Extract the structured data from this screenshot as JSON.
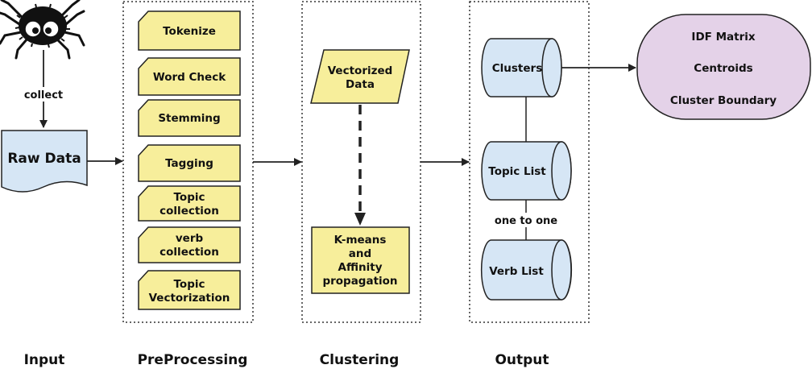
{
  "stages": {
    "input": "Input",
    "preprocessing": "PreProcessing",
    "clustering": "Clustering",
    "output": "Output"
  },
  "input": {
    "collect_label": "collect",
    "raw_data": "Raw Data"
  },
  "preprocessing": {
    "steps": [
      [
        "Tokenize"
      ],
      [
        "Word Check"
      ],
      [
        "Stemming"
      ],
      [
        "Tagging"
      ],
      [
        "Topic",
        "collection"
      ],
      [
        "verb",
        "collection"
      ],
      [
        "Topic",
        "Vectorization"
      ]
    ]
  },
  "clustering": {
    "vectorized": [
      "Vectorized",
      "Data"
    ],
    "algorithm": [
      "K-means",
      "and",
      "Affinity",
      "propagation"
    ]
  },
  "output": {
    "clusters": "Clusters",
    "topic_list": "Topic List",
    "relation": "one to one",
    "verb_list": "Verb List"
  },
  "results": [
    "IDF Matrix",
    "Centroids",
    "Cluster Boundary"
  ],
  "colors": {
    "step_fill": "#f7ee9b",
    "cylinder_fill": "#d6e6f5",
    "result_fill": "#e4d2e8",
    "doc_fill": "#d6e6f5"
  }
}
